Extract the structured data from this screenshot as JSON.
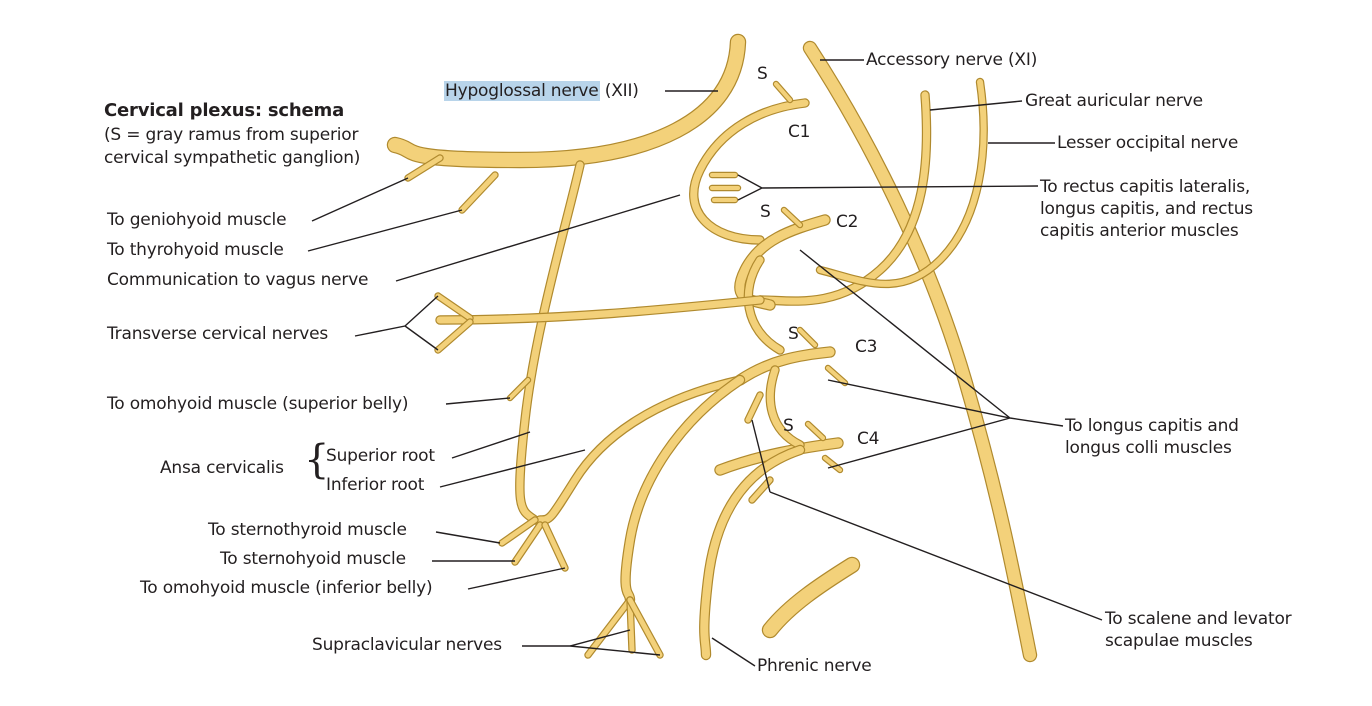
{
  "title": "Cervical plexus: schema",
  "subtitle_line1": "(S = gray ramus from superior",
  "subtitle_line2": "cervical sympathetic ganglion)",
  "colors": {
    "nerve_fill": "#f3d17a",
    "nerve_outline": "#b08a2e",
    "highlight": "#b8d4ea",
    "text": "#231f20"
  },
  "labels": {
    "hypoglossal_highlighted": "Hypoglossal nerve",
    "hypoglossal_suffix": " (XII)",
    "accessory": "Accessory nerve (XI)",
    "great_auricular": "Great auricular nerve",
    "lesser_occipital": "Lesser occipital nerve",
    "rectus_line1": "To rectus capitis lateralis,",
    "rectus_line2": "longus capitis, and rectus",
    "rectus_line3": "capitis anterior muscles",
    "geniohyoid": "To geniohyoid muscle",
    "thyrohyoid": "To thyrohyoid muscle",
    "vagus": "Communication to vagus nerve",
    "transverse_cervical": "Transverse cervical nerves",
    "omohyoid_superior": "To omohyoid muscle (superior belly)",
    "ansa": "Ansa cervicalis",
    "superior_root": "Superior root",
    "inferior_root": "Inferior root",
    "sternothyroid": "To sternothyroid muscle",
    "sternohyoid": "To sternohyoid muscle",
    "omohyoid_inferior": "To omohyoid muscle (inferior belly)",
    "supraclavicular": "Supraclavicular nerves",
    "phrenic": "Phrenic nerve",
    "longus_line1": "To longus capitis and",
    "longus_line2": "longus colli muscles",
    "scalene_line1": "To scalene and levator",
    "scalene_line2": "scapulae muscles",
    "c1": "C1",
    "c2": "C2",
    "c3": "C3",
    "c4": "C4",
    "s": "S"
  }
}
